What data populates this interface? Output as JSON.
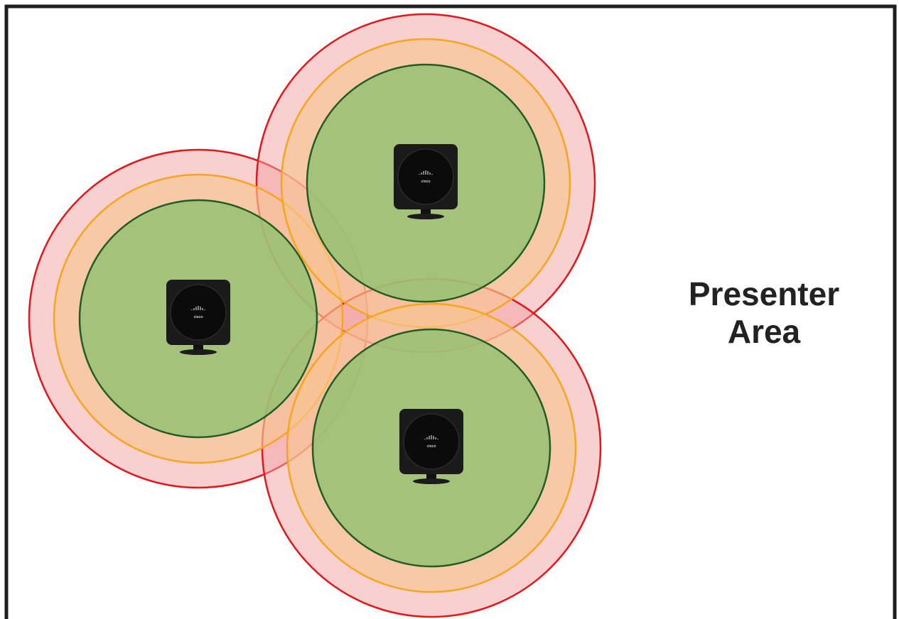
{
  "presenter_area": {
    "line1": "Presenter",
    "line2": "Area"
  },
  "base_stations": [
    {
      "id": "base-station-left",
      "brand": "cisco"
    },
    {
      "id": "base-station-top",
      "brand": "cisco"
    },
    {
      "id": "base-station-bottom",
      "brand": "cisco"
    }
  ],
  "coverage_zones": [
    {
      "name": "outer",
      "fill": "#f2a2a2",
      "stroke": "#e3161b"
    },
    {
      "name": "middle",
      "fill": "#f7c590",
      "stroke": "#f6a51c"
    },
    {
      "name": "inner",
      "fill": "#8fc06e",
      "stroke": "#225c22"
    }
  ],
  "colors": {
    "frame": "#1e1e1e",
    "device_body": "#1a1a1a",
    "device_face": "#0b0b0b",
    "label_text": "#222222"
  }
}
